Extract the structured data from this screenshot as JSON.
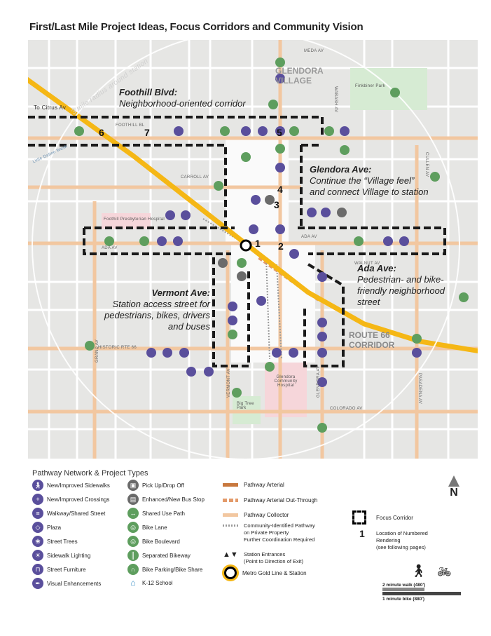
{
  "title": "First/Last Mile Project Ideas, Focus Corridors and Community Vision",
  "map": {
    "radius_label": "3 mile radius around station",
    "places": {
      "glendora_village": [
        "GLENDORA",
        "VILLAGE"
      ],
      "finkbiner_park": "Finkbiner Park",
      "foothill_presbyterian": "Foothill Presbyterian Hospital",
      "glendora_community_hospital": "Glendora Community Hospital",
      "big_tree_park": "Big Tree Park",
      "route66_corridor": [
        "ROUTE 66",
        "CORRIDOR"
      ],
      "to_citrus": "To Citrus Av",
      "little_dalton_wash": "Little Dalton Wash"
    },
    "streets": {
      "meda": "MEDA AV",
      "foothill": "FOOTHILL BL",
      "carroll": "CARROLL AV",
      "ada": "ADA AV",
      "ada2": "ADA AV",
      "walnut": "WALNUT AV",
      "historic_rte66": "HISTORIC RTE 66",
      "colorado": "COLORADO AV",
      "wabash": "WABASH AV",
      "cullen": "CULLEN AV",
      "pasadena": "PASADENA AV",
      "grand": "GRAND AV",
      "vermont": "VERMONT AV",
      "glendora": "GLENDORA AV"
    },
    "corridors": {
      "foothill": {
        "name": "Foothill Blvd:",
        "desc": "Neighborhood-oriented corridor"
      },
      "glendora": {
        "name": "Glendora Ave:",
        "desc": [
          "Continue the “Village feel”",
          "and connect Village to station"
        ]
      },
      "ada": {
        "name": "Ada Ave:",
        "desc": [
          "Pedestrian- and bike-",
          "friendly neighborhood",
          "street"
        ]
      },
      "vermont": {
        "name": "Vermont Ave:",
        "desc": [
          "Station access street for",
          "pedestrians, bikes, drivers",
          "and buses"
        ]
      }
    },
    "numbers": [
      "1",
      "2",
      "3",
      "4",
      "5",
      "6",
      "7"
    ]
  },
  "legend": {
    "title": "Pathway Network & Project Types",
    "col1": [
      "New/Improved Sidewalks",
      "New/Improved Crossings",
      "Walkway/Shared Street",
      "Plaza",
      "Street Trees",
      "Sidewalk Lighting",
      "Street Furniture",
      "Visual Enhancements"
    ],
    "col2": [
      "Pick Up/Drop Off",
      "Enhanced/New Bus Stop",
      "Shared Use Path",
      "Bike Lane",
      "Bike Boulevard",
      "Separated Bikeway",
      "Bike Parking/Bike Share",
      "K-12 School"
    ],
    "col3": {
      "arterial": "Pathway Arterial",
      "arterial_out": "Pathway Arterial Out-Through",
      "collector": "Pathway Collector",
      "community_1": "Community-Identified Pathway",
      "community_2": "on Private Property",
      "community_3": "Further Coordination Required",
      "entrances_1": "Station Entrances",
      "entrances_2": "(Point to Direction of Exit)",
      "metro": "Metro Gold Line & Station"
    },
    "focus_corridor": "Focus Corridor",
    "numbered_1": "Location of Numbered",
    "numbered_2": "Rendering",
    "numbered_3": "(see following pages)",
    "north": "N",
    "scale_walk": "2 minute walk (480')",
    "scale_bike": "1 minute bike (880')"
  },
  "colors": {
    "purple": "#5a4f9c",
    "green": "#5e9e5e",
    "gray": "#6b6b6b",
    "gold_line": "#f5b715",
    "arterial": "#c8783e",
    "collector": "#f2c7a0"
  }
}
